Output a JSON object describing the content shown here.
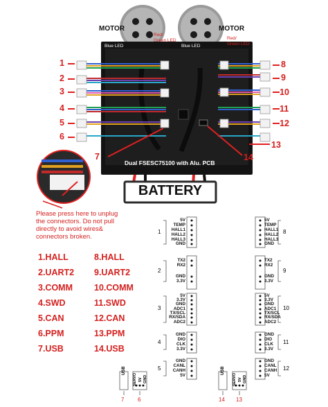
{
  "motor_left": "MOTOR",
  "motor_right": "MOTOR",
  "led_rg_left": "Red/\nGreen LED",
  "led_blue_left": "Blue LED",
  "led_blue_right": "Blue LED",
  "led_rg_right": "Red/\nGreen LED",
  "board_label": "Dual FSESC75100 with Alu. PCB",
  "battery": "BATTERY",
  "callouts_left": [
    "1",
    "2",
    "3",
    "4",
    "5",
    "6",
    "7"
  ],
  "callouts_right": [
    "8",
    "9",
    "10",
    "11",
    "12",
    "13",
    "14"
  ],
  "warning": "Please press here to unplug the connectors. Do not pull directly to avoid wires& connectors broken.",
  "legend_left": [
    "1.HALL",
    "2.UART2",
    "3.COMM",
    "4.SWD",
    "5.CAN",
    "6.PPM",
    "7.USB"
  ],
  "legend_right": [
    "8.HALL",
    "9.UART2",
    "10.COMM",
    "11.SWD",
    "12.CAN",
    "13.PPM",
    "14.USB"
  ],
  "pinout": {
    "groups": [
      {
        "num_left": "1",
        "num_right": "8",
        "pins": [
          "5V",
          "TEMP",
          "HALL1",
          "HALL2",
          "HALL3",
          "GND"
        ]
      },
      {
        "num_left": "2",
        "num_right": "9",
        "pins": [
          "TX2",
          "RX2",
          "",
          "",
          "GND",
          "3.3V"
        ]
      },
      {
        "num_left": "3",
        "num_right": "10",
        "pins": [
          "5V",
          "3.3V",
          "GND",
          "ADC1",
          "TX/SCL",
          "RX/SDA",
          "ADC2"
        ]
      },
      {
        "num_left": "4",
        "num_right": "11",
        "pins": [
          "GND",
          "DIO",
          "CLK",
          "3.3V"
        ]
      },
      {
        "num_left": "5",
        "num_right": "12",
        "pins": [
          "GND",
          "CANL",
          "CANH",
          "5V"
        ]
      }
    ],
    "usb_label": "USB",
    "servo_pins": [
      "SERVO",
      "5V",
      "GND"
    ],
    "bottom_left": [
      "7",
      "6"
    ],
    "bottom_right": [
      "14",
      "13"
    ]
  }
}
